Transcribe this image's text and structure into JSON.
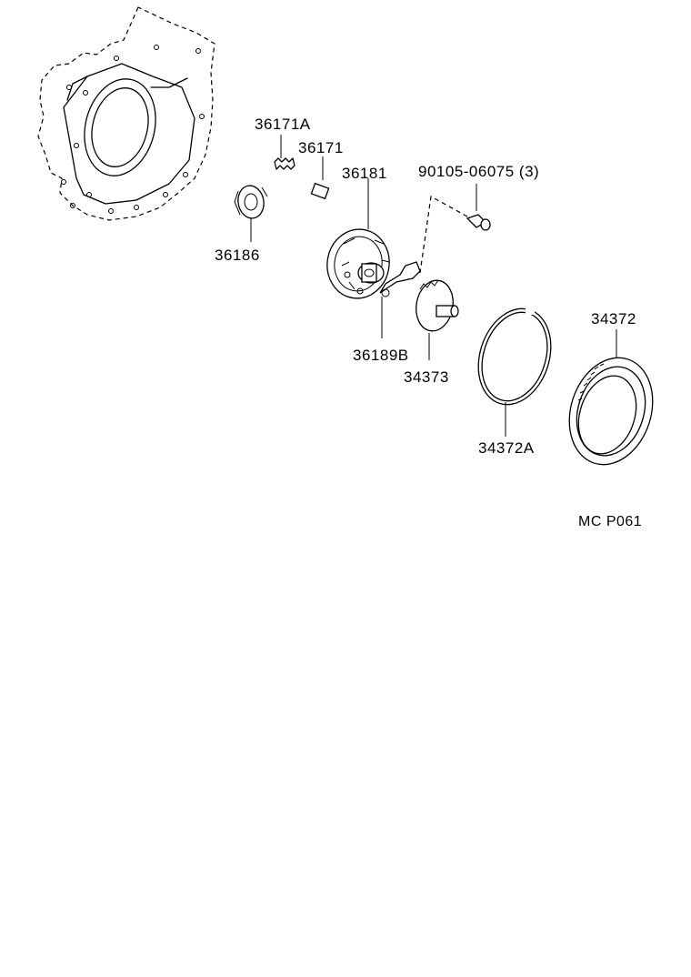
{
  "parts": {
    "p36171A": "36171A",
    "p36171": "36171",
    "p36181": "36181",
    "p90105": "90105-06075 (3)",
    "p36186": "36186",
    "p36189B": "36189B",
    "p34373": "34373",
    "p34372": "34372",
    "p34372A": "34372A"
  },
  "diagram_code": "MC P061"
}
